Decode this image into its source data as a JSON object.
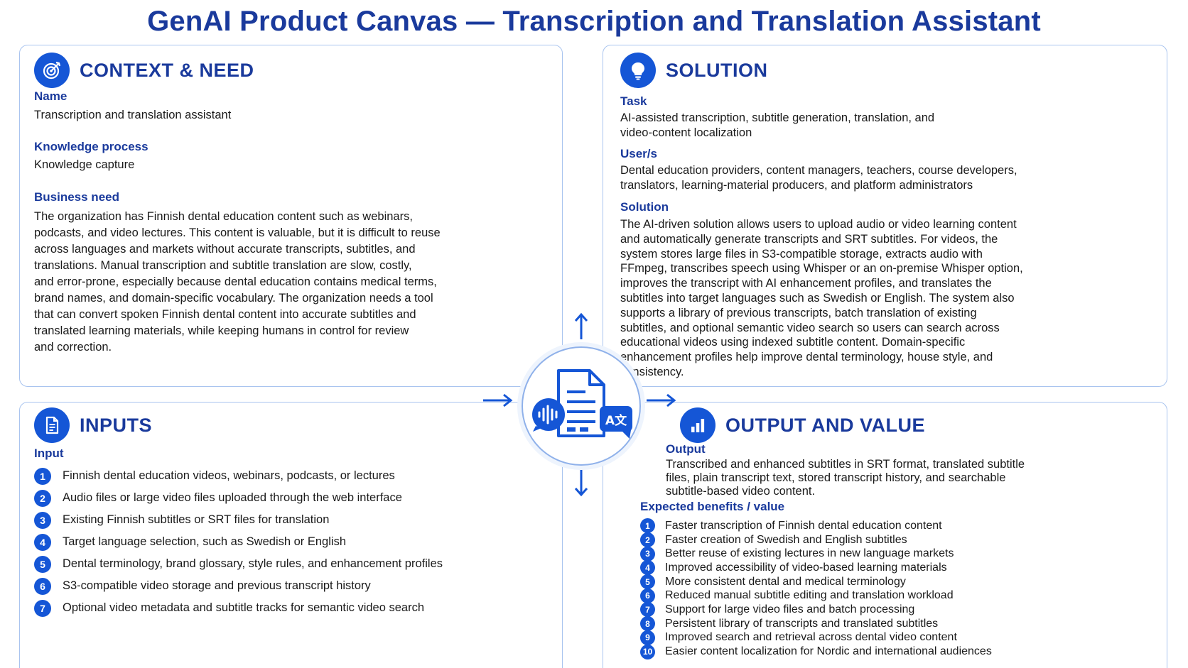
{
  "page_title": "GenAI Product Canvas — Transcription and Translation Assistant",
  "colors": {
    "heading": "#1a3a9c",
    "accent": "#1556d6",
    "border": "#a9c4ef"
  },
  "context": {
    "heading": "CONTEXT & NEED",
    "icon": "target-icon",
    "name_label": "Name",
    "name_value": "Transcription and translation assistant",
    "process_label": "Knowledge process",
    "process_value": "Knowledge capture",
    "need_label": "Business need",
    "need_lines": [
      "The organization has Finnish dental education content such as webinars,",
      "podcasts, and video lectures. This content is valuable, but it is difficult to reuse",
      "across languages and markets without accurate transcripts, subtitles, and",
      "translations. Manual transcription and subtitle translation are slow, costly,",
      "and error-prone, especially because dental education contains medical terms,",
      "brand names, and domain-specific vocabulary. The organization needs a tool",
      "that can convert spoken Finnish dental content into accurate subtitles and",
      "translated learning materials, while keeping humans in control for review",
      "and correction."
    ]
  },
  "solution": {
    "heading": "SOLUTION",
    "icon": "lightbulb-icon",
    "task_label": "Task",
    "task_lines": [
      "AI-assisted transcription, subtitle generation, translation, and",
      "video-content localization"
    ],
    "users_label": "User/s",
    "users_lines": [
      "Dental education providers, content managers, teachers, course developers,",
      "translators, learning-material producers, and platform administrators"
    ],
    "solution_label": "Solution",
    "solution_lines": [
      "The AI-driven solution allows users to upload audio or video learning content",
      "and automatically generate transcripts and SRT subtitles. For videos, the",
      "system stores large files in S3-compatible storage, extracts audio with",
      "FFmpeg, transcribes speech using Whisper or an on-premise Whisper option,",
      "improves the transcript with AI enhancement profiles, and translates the",
      "subtitles into target languages such as Swedish or English. The system also",
      "supports a library of previous transcripts, batch translation of existing",
      "subtitles, and optional semantic video search so users can search across",
      "educational videos using indexed subtitle content. Domain-specific",
      "enhancement profiles help improve dental terminology, house style, and",
      "consistency."
    ]
  },
  "inputs": {
    "heading": "INPUTS",
    "icon": "document-icon",
    "input_label": "Input",
    "items": [
      "Finnish dental education videos, webinars, podcasts, or lectures",
      "Audio files or large video files uploaded through the web interface",
      "Existing Finnish subtitles or SRT files for translation",
      "Target language selection, such as Swedish or English",
      "Dental terminology, brand glossary, style rules, and enhancement profiles",
      "S3-compatible video storage and previous transcript history",
      "Optional video metadata and subtitle tracks for semantic video search"
    ]
  },
  "output": {
    "heading": "OUTPUT AND VALUE",
    "icon": "bar-chart-icon",
    "output_label": "Output",
    "output_lines": [
      "Transcribed and enhanced subtitles in SRT format, translated subtitle",
      "files, plain transcript text, stored transcript history, and searchable",
      "subtitle-based video content."
    ],
    "benefits_label": "Expected benefits / value",
    "benefits": [
      "Faster transcription of Finnish dental education content",
      "Faster creation of Swedish and English subtitles",
      "Better reuse of existing lectures in new language markets",
      "Improved accessibility of video-based learning materials",
      "More consistent dental and medical terminology",
      "Reduced manual subtitle editing and translation workload",
      "Support for large video files and batch processing",
      "Persistent library of transcripts and translated subtitles",
      "Improved search and retrieval across dental video content",
      "Easier content localization for Nordic and international audiences"
    ]
  },
  "hub": {
    "icons": [
      "document-icon",
      "audio-wave-icon",
      "translate-icon"
    ],
    "translate_glyph": "A文"
  },
  "numbers": [
    "1",
    "2",
    "3",
    "4",
    "5",
    "6",
    "7",
    "8",
    "9",
    "10"
  ]
}
